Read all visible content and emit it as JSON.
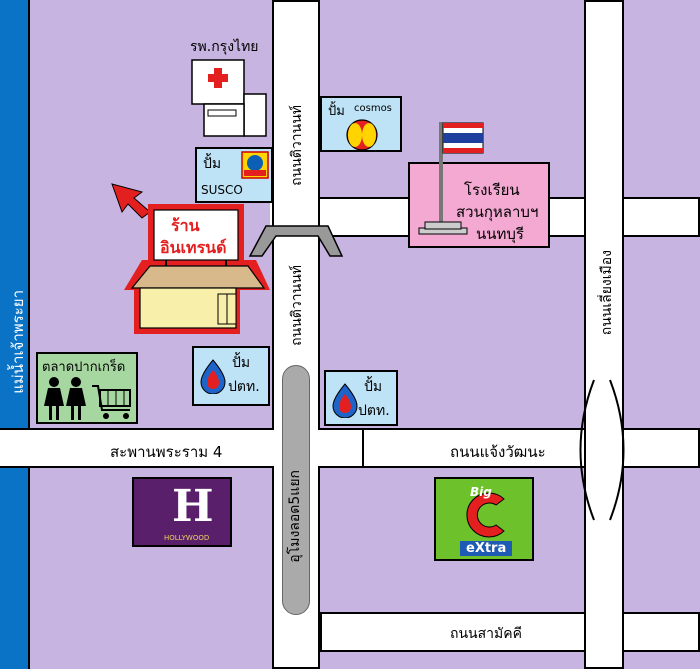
{
  "map": {
    "river": {
      "label": "แม่น้ำเจ้าพระยา"
    },
    "roads": {
      "tiwanon_north": "ถนนติวานนท์",
      "tiwanon_south": "ถนนติวานนท์",
      "lieng_mueang": "ถนนเลี่ยงเมือง",
      "rama4_bridge": "สะพานพระราม 4",
      "chaeng_watthana": "ถนนแจ้งวัฒนะ",
      "samakkhi": "ถนนสามัคคี",
      "underpass": "อุโมงลอด5แยก"
    },
    "places": {
      "hospital": "รพ.กรุงไทย",
      "cosmos": {
        "title": "ปั้ม",
        "brand": "cosmos"
      },
      "susco": {
        "title": "ปั้ม",
        "brand": "SUSCO"
      },
      "school": {
        "line1": "โรงเรียน",
        "line2": "สวนกุหลาบฯ",
        "line3": "นนทบุรี"
      },
      "store": {
        "line1": "ร้าน",
        "line2": "อินเทรนด์"
      },
      "market": "ตลาดปากเกร็ด",
      "ptt_left": {
        "line1": "ปั้ม",
        "line2": "ปตท."
      },
      "ptt_right": {
        "line1": "ปั้ม",
        "line2": "ปตท."
      },
      "hollywood": {
        "letter": "H",
        "text": "HOLLYWOOD"
      },
      "bigc": {
        "big": "Big",
        "c": "C",
        "extra": "eXtra"
      }
    },
    "colors": {
      "land": "#c8b4e0",
      "river": "#0b73c6",
      "highlight": "#ff0000"
    }
  }
}
